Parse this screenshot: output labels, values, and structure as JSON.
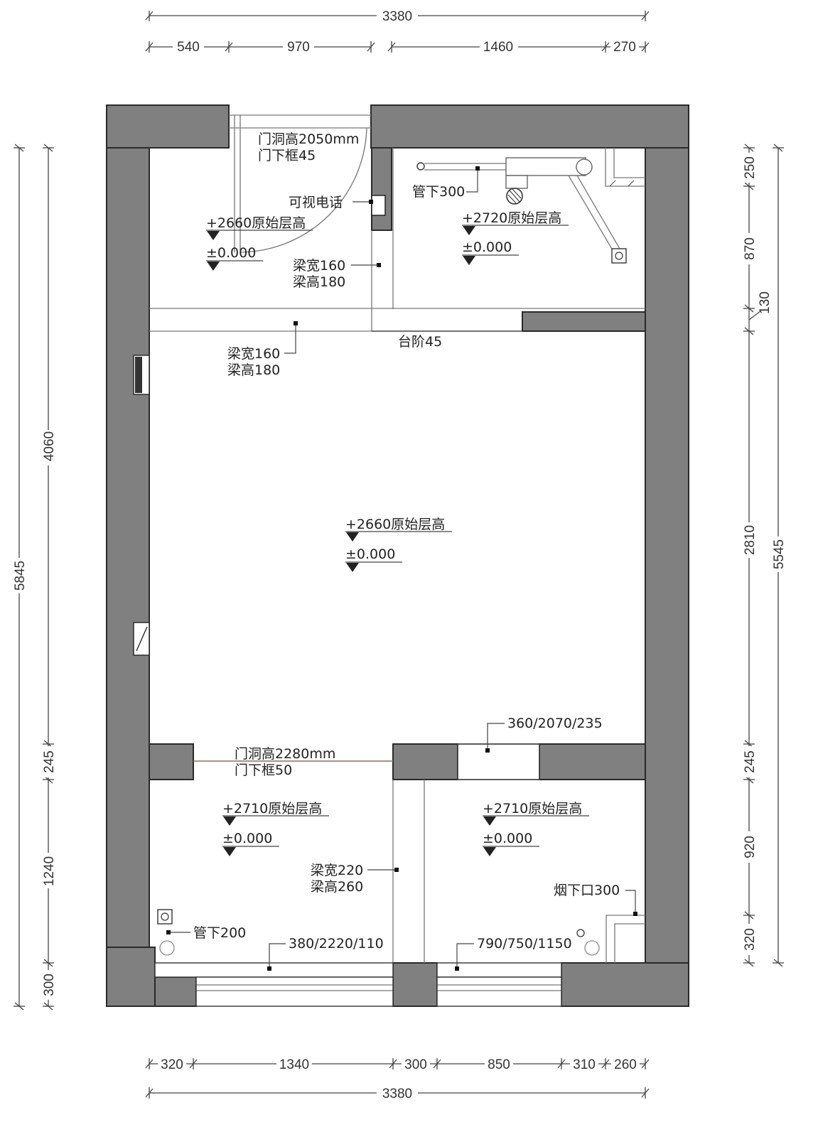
{
  "colors": {
    "wall": "#808080",
    "outline": "#2a2a2a",
    "dimension": "#444444",
    "text": "#222222"
  },
  "dimensions": {
    "top_total": "3380",
    "top_segments": [
      "540",
      "970",
      "1460",
      "270"
    ],
    "bottom_segments": [
      "320",
      "1340",
      "300",
      "850",
      "310",
      "260"
    ],
    "bottom_total": "3380",
    "left_total": "5845",
    "left_segments": [
      "4060",
      "245",
      "1240",
      "300"
    ],
    "right_total": "5545",
    "right_segments": [
      "250",
      "870",
      "130",
      "2810",
      "245",
      "920",
      "320"
    ]
  },
  "labels": {
    "door1_height": "门洞高2050mm",
    "door1_sill": "门下框45",
    "video_phone": "可视电话",
    "pipe_top": "管下300",
    "beam1_width": "梁宽160",
    "beam1_height": "梁高180",
    "step": "台阶45",
    "beam2_width": "梁宽160",
    "beam2_height": "梁高180",
    "door2_height": "门洞高2280mm",
    "door2_sill": "门下框50",
    "win_top": "360/2070/235",
    "beam3_width": "梁宽220",
    "beam3_height": "梁高260",
    "flue": "烟下口300",
    "pipe_bottom": "管下200",
    "win_left": "380/2220/110",
    "win_right": "790/750/1150"
  },
  "elevations": {
    "entry_ceiling": "+2660原始层高",
    "entry_floor": "±0.000",
    "kitchen_ceiling": "+2720原始层高",
    "kitchen_floor": "±0.000",
    "main_ceiling": "+2660原始层高",
    "main_floor": "±0.000",
    "bl_ceiling": "+2710原始层高",
    "bl_floor": "±0.000",
    "br_ceiling": "+2710原始层高",
    "br_floor": "±0.000"
  }
}
